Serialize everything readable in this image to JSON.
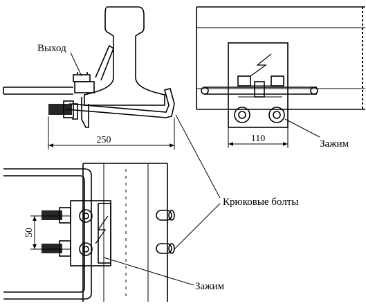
{
  "labels": {
    "output": "Выход",
    "hook_bolts": "Крюковые болты",
    "clamp_top": "Зажим",
    "clamp_bottom": "Зажим"
  },
  "dimensions": {
    "width_250": "250",
    "width_110": "110",
    "height_50": "50"
  },
  "colors": {
    "ink": "#000000",
    "hatch": "#555555",
    "background": "#ffffff"
  }
}
